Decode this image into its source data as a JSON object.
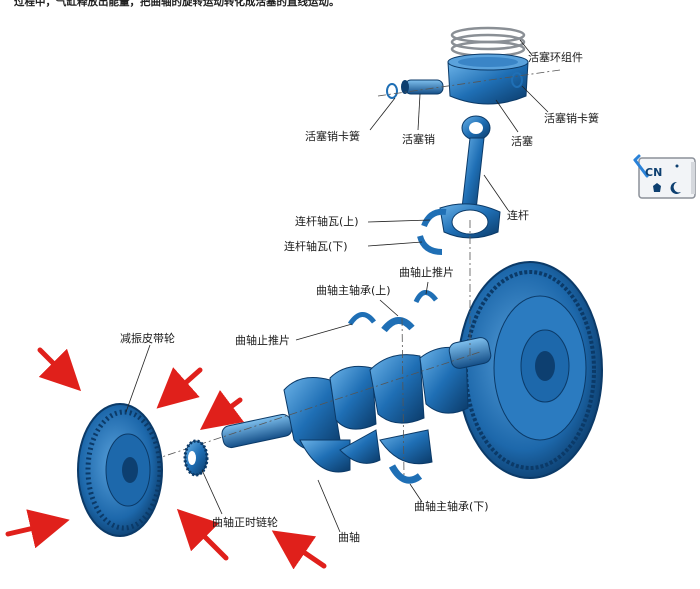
{
  "header": {
    "text": "过程中，气缸释放出能量，把曲轴的旋转运动转化成活塞的直线运动。"
  },
  "labels": {
    "piston_ring_assembly": "活塞环组件",
    "piston_pin_clip_left": "活塞销卡簧",
    "piston_pin": "活塞销",
    "piston": "活塞",
    "piston_pin_clip_right": "活塞销卡簧",
    "connecting_rod": "连杆",
    "rod_bearing_upper": "连杆轴瓦(上)",
    "rod_bearing_lower": "连杆轴瓦(下)",
    "crank_thrust_washer_right": "曲轴止推片",
    "main_bearing_upper": "曲轴主轴承(上)",
    "crank_thrust_washer_left": "曲轴止推片",
    "damper_pulley": "减振皮带轮",
    "crank_timing_sprocket": "曲轴正时链轮",
    "crankshaft": "曲轴",
    "main_bearing_lower": "曲轴主轴承(下)"
  },
  "widget": {
    "language": "CN"
  },
  "colors": {
    "part_blue": "#1f6fb5",
    "part_dark": "#0d3f70",
    "part_light": "#5aa2dc",
    "arrow_red": "#e0201b"
  }
}
